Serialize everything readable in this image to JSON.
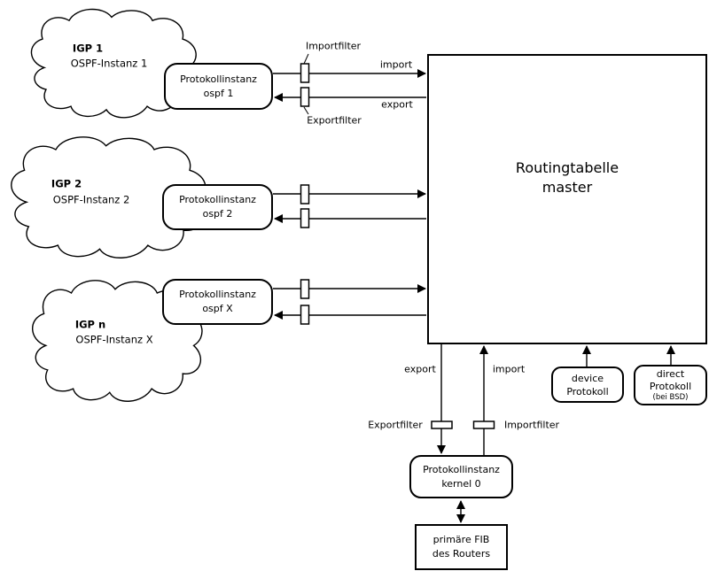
{
  "clouds": [
    {
      "name": "IGP 1",
      "instance": "OSPF-Instanz 1"
    },
    {
      "name": "IGP 2",
      "instance": "OSPF-Instanz 2"
    },
    {
      "name": "IGP n",
      "instance": "OSPF-Instanz X"
    }
  ],
  "protocols": [
    {
      "line1": "Protokollinstanz",
      "line2": "ospf 1"
    },
    {
      "line1": "Protokollinstanz",
      "line2": "ospf 2"
    },
    {
      "line1": "Protokollinstanz",
      "line2": "ospf X"
    },
    {
      "line1": "Protokollinstanz",
      "line2": "kernel 0"
    }
  ],
  "routing_table": {
    "line1": "Routingtabelle",
    "line2": "master"
  },
  "fib": {
    "line1": "primäre FIB",
    "line2": "des Routers"
  },
  "device_protocol": {
    "line1": "device",
    "line2": "Protokoll"
  },
  "direct_protocol": {
    "line1": "direct",
    "line2": "Protokoll",
    "note": "(bei BSD)"
  },
  "edge_labels": {
    "top_importfilter": "Importfilter",
    "top_exportfilter": "Exportfilter",
    "top_import": "import",
    "top_export": "export",
    "bottom_export": "export",
    "bottom_import": "import",
    "bottom_exportfilter": "Exportfilter",
    "bottom_importfilter": "Importfilter"
  },
  "colors": {
    "ink": "#000000",
    "paper": "#ffffff"
  }
}
